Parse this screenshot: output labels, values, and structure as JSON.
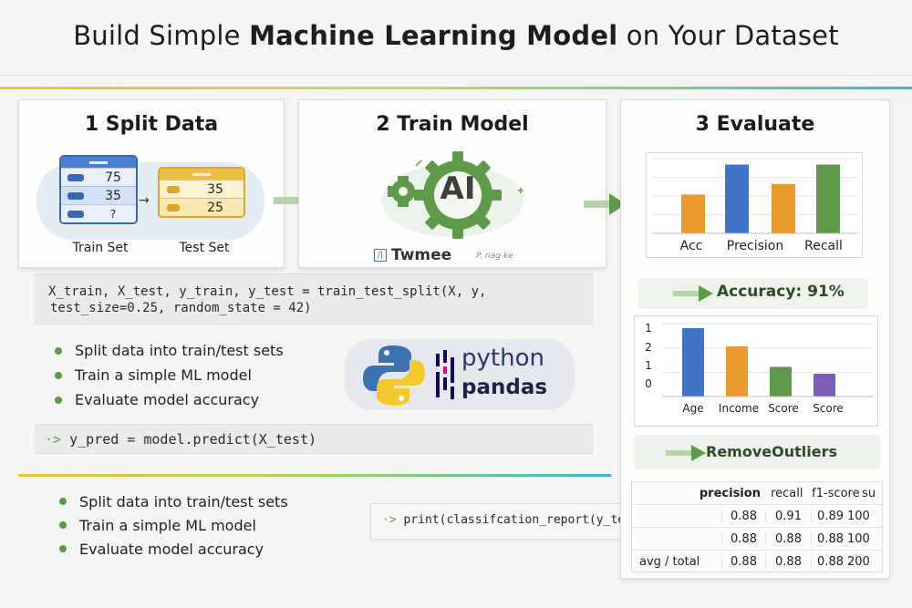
{
  "title": {
    "pre": "Build Simple ",
    "bold": "Machine Learning Model",
    "post": " on Your Dataset"
  },
  "panel1": {
    "heading": "1  Split Data",
    "train_values": [
      "75",
      "35",
      "?"
    ],
    "train_label": "Train Set",
    "test_values": [
      "35",
      "25"
    ],
    "test_label": "Test Set"
  },
  "panel2": {
    "heading": "2  Train Model",
    "ai_text": "AI",
    "brand": "Twmee",
    "brand_sub": "P. nag-ke"
  },
  "panel3": {
    "heading": "3  Evaluate",
    "accuracy_label": "Accuracy: 91%",
    "outliers_label": "RemoveOutliers"
  },
  "code": {
    "split_line1": "X_train, X_test, y_train, y_test  =   train_test_split(X, y,",
    "split_line2": "test_size=0.25, random_state = 42)",
    "predict_prompt": "·>",
    "predict": "y_pred = model.predict(X_test)",
    "report_prompt": "·>",
    "report": "print(classifcation_report(y_test, y_pred))"
  },
  "bullets_top": [
    "Split data into train/test sets",
    "Train a simple ML model",
    "Evaluate model accuracy"
  ],
  "bullets_bottom": [
    "Split data into train/test sets",
    "Train a simple ML model",
    "Evaluate model accuracy"
  ],
  "logo": {
    "python": "python",
    "pandas": "pandas"
  },
  "report": {
    "headers": [
      "precision",
      "recall",
      "f1-score",
      "su"
    ],
    "rows": [
      {
        "label": "",
        "values": [
          "0.88",
          "0.91",
          "0.89",
          "100"
        ]
      },
      {
        "label": "",
        "values": [
          "0.88",
          "0.88",
          "0.88",
          "100"
        ]
      },
      {
        "label": "avg / total",
        "values": [
          "0.88",
          "0.88",
          "0.88",
          "200"
        ]
      }
    ]
  },
  "colors": {
    "blue": "#3f74c9",
    "orange": "#e99a2c",
    "green": "#5f9a4c",
    "purple": "#7a5fb5",
    "accent_yellow": "#e8c43a",
    "accent_teal": "#3fb7c9"
  },
  "chart_data": [
    {
      "type": "bar",
      "categories": [
        "Acc",
        "Precision",
        "Recall"
      ],
      "values": [
        0.52,
        0.92,
        0.66,
        0.92
      ],
      "series_colors": [
        "#e99a2c",
        "#3f74c9",
        "#e99a2c",
        "#5f9a4c"
      ],
      "ylim": [
        0,
        1
      ],
      "grid": true
    },
    {
      "type": "bar",
      "categories": [
        "Age",
        "Income",
        "Score",
        "Score"
      ],
      "yticks": [
        "1",
        "2",
        "1",
        "0"
      ],
      "values": [
        3.0,
        2.2,
        1.3,
        1.0
      ],
      "series_colors": [
        "#3f74c9",
        "#e99a2c",
        "#5f9a4c",
        "#7a5fb5"
      ],
      "ylim": [
        0,
        3.2
      ],
      "grid": true
    }
  ]
}
